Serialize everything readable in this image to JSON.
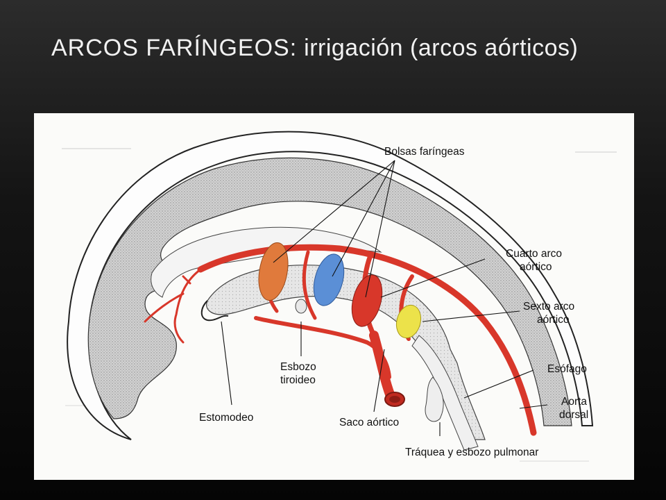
{
  "slide": {
    "title_caps": "ARCOS FARÍNGEOS:",
    "title_rest": " irrigación (arcos aórticos)"
  },
  "diagram": {
    "labels": {
      "bolsas": "Bolsas faríngeas",
      "cuarto_1": "Cuarto arco",
      "cuarto_2": "aórtico",
      "sexto_1": "Sexto arco",
      "sexto_2": "aórtico",
      "esofago": "Esófago",
      "aorta_1": "Aorta",
      "aorta_2": "dorsal",
      "esbozo_1": "Esbozo",
      "esbozo_2": "tiroideo",
      "estomodeo": "Estomodeo",
      "saco": "Saco aórtico",
      "traquea": "Tráquea y esbozo pulmonar"
    },
    "colors": {
      "artery": "#d8372a",
      "pouch_1": "#e07a3c",
      "pouch_2": "#5b8fd6",
      "pouch_3": "#d8372a",
      "pouch_4": "#ece24a",
      "tissue": "#cfcfcf"
    }
  }
}
